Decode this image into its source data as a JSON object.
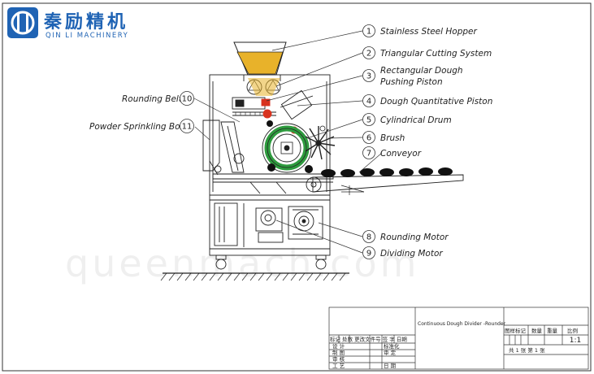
{
  "logo": {
    "chinese_name": "秦励精机",
    "english_name": "QIN LI MACHINERY",
    "brand_color": "#1f63b4"
  },
  "watermark": "queenmach.com",
  "callouts": [
    {
      "number": "1",
      "label": "Stainless Steel Hopper"
    },
    {
      "number": "2",
      "label": "Triangular Cutting System"
    },
    {
      "number": "3",
      "label": "Rectangular Dough",
      "label2": "Pushing Piston"
    },
    {
      "number": "4",
      "label": "Dough Quantitative Piston"
    },
    {
      "number": "5",
      "label": "Cylindrical Drum"
    },
    {
      "number": "6",
      "label": "Brush"
    },
    {
      "number": "7",
      "label": "Conveyor"
    },
    {
      "number": "8",
      "label": "Rounding Motor"
    },
    {
      "number": "9",
      "label": "Dividing Motor"
    },
    {
      "number": "10",
      "label": "Rounding Belt"
    },
    {
      "number": "11",
      "label": "Powder Sprinkling Box"
    }
  ],
  "title_block": {
    "drawing_title": "Continuous Dough Divider -Rounder",
    "header_cells": [
      "图样标记",
      "数量",
      "重量",
      "比例"
    ],
    "scale": "1:1",
    "sheet_info": "共 1 张   第 1 张",
    "rev_header": "标记  处数  更改文件号  签 字  日期",
    "rows": [
      {
        "left": "设 计",
        "mid": "标准化"
      },
      {
        "left": "制 图",
        "mid": "审 定"
      },
      {
        "left": "审 核",
        "mid": ""
      },
      {
        "left": "工 艺",
        "mid": "日 期"
      }
    ]
  },
  "colors": {
    "line": "#222222",
    "dough_fill": "#e8b22a",
    "drum_ring": "#2e9b3e",
    "piston_red": "#d8321e",
    "product_dark": "#111111"
  }
}
